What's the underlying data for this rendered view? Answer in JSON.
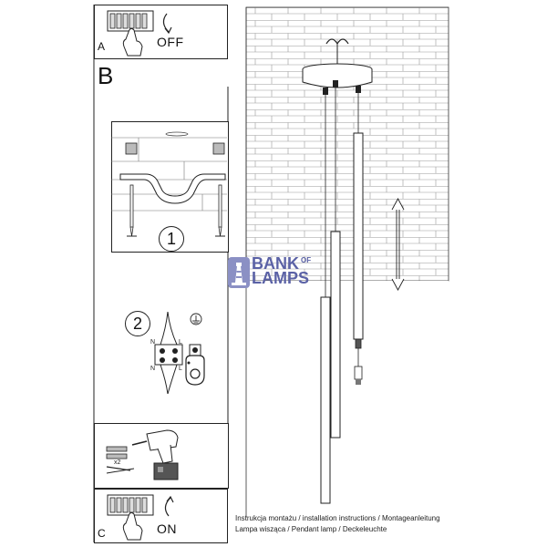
{
  "steps": {
    "a_letter": "A",
    "a_action": "OFF",
    "b_letter": "B",
    "c_letter": "C",
    "c_action": "ON",
    "num_1": "1",
    "num_2": "2"
  },
  "wiring": {
    "n_top": "N",
    "l_top": "L",
    "n_bottom": "N",
    "l_bottom": "L"
  },
  "drill": {
    "quantity": "x2"
  },
  "logo": {
    "line1": "BANK",
    "of": "OF",
    "line2": "LAMPS"
  },
  "caption": {
    "line1": "Instrukcja montażu / installation instructions / Montageanleitung",
    "line2": "Lampa wisząca / Pendant lamp / Deckeleuchte"
  }
}
